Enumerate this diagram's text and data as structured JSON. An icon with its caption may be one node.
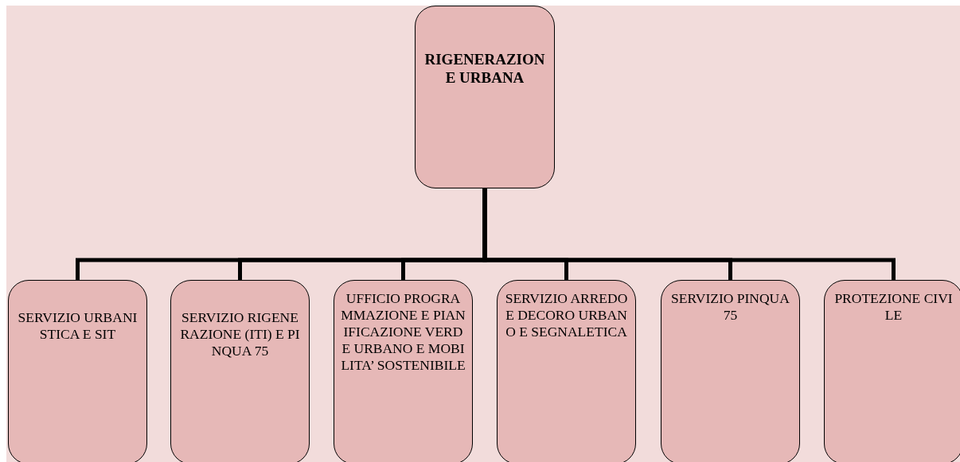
{
  "diagram": {
    "nodes": [
      {
        "text": [
          "RIGENERAZIONE URBANA"
        ]
      },
      {
        "text": [
          "SERVIZIO URBANISTICA E SIT"
        ]
      },
      {
        "text": [
          "SERVIZIO RIGENERAZIONE (ITI) E PINQUA 75"
        ]
      },
      {
        "text": [
          "UFFICIO PROGRAMMAZIONE E PIANIFICAZIONE VERDE URBANO E MOBILITA’ SOSTENIBILE"
        ]
      },
      {
        "text": [
          "SERVIZIO ARREDO E DECORO URBANO E SEGNALETICA"
        ]
      },
      {
        "text": [
          "SERVIZIO PINQUA 75"
        ]
      },
      {
        "text": [
          "PROTEZIONE CIVILE"
        ]
      }
    ],
    "edges": [
      {
        "from": 0,
        "to": 1,
        "arrow": "none"
      },
      {
        "from": 0,
        "to": 2,
        "arrow": "none"
      },
      {
        "from": 0,
        "to": 3,
        "arrow": "none"
      },
      {
        "from": 0,
        "to": 4,
        "arrow": "none"
      },
      {
        "from": 0,
        "to": 5,
        "arrow": "none"
      },
      {
        "from": 0,
        "to": 6,
        "arrow": "none"
      }
    ]
  }
}
